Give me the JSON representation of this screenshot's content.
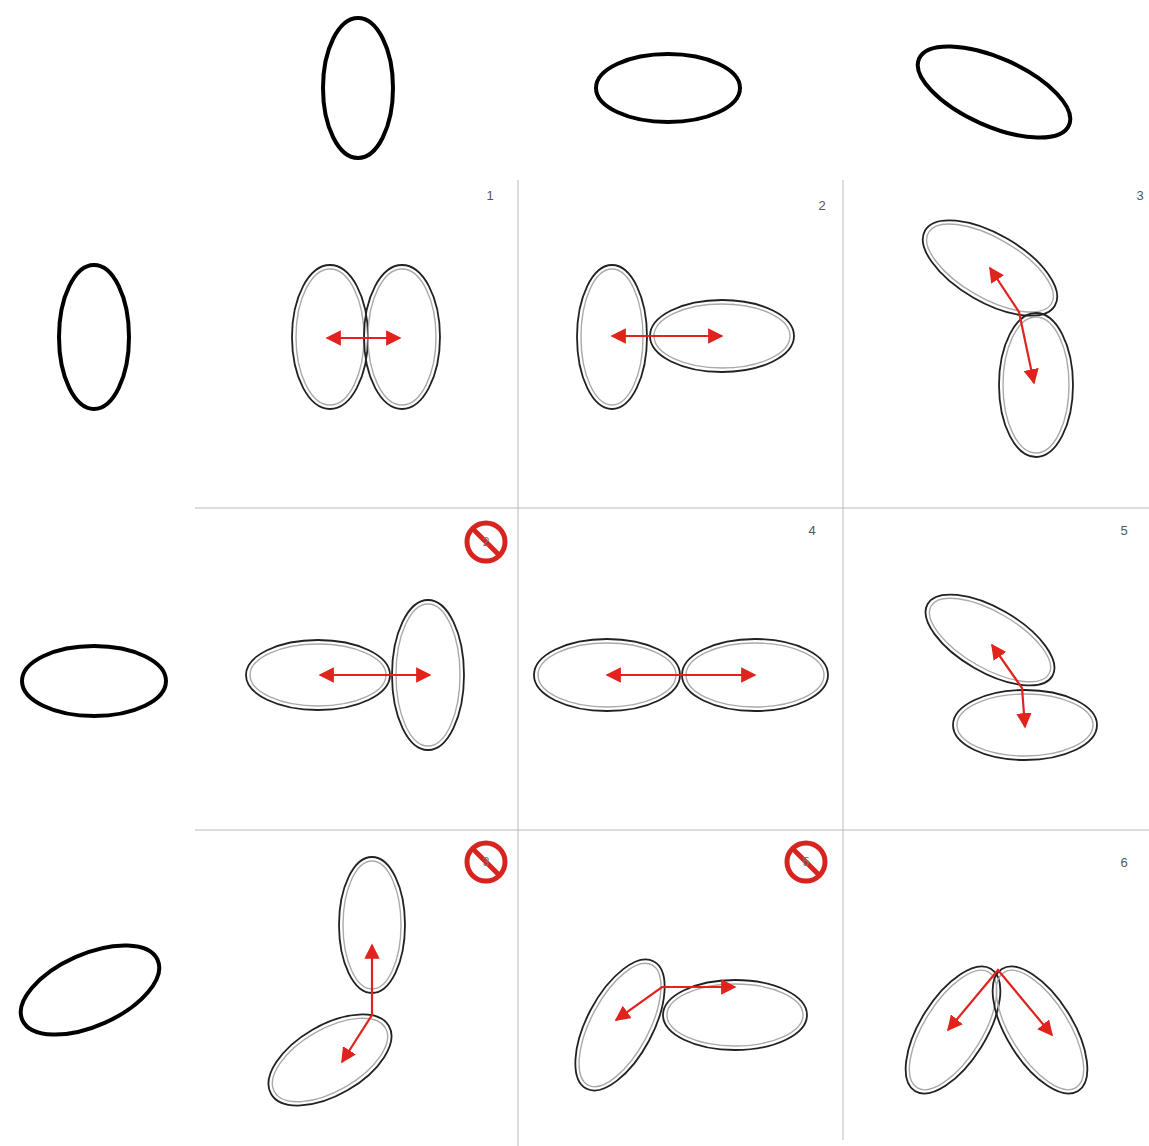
{
  "diagram": {
    "labels": [
      "1",
      "2",
      "3",
      "2",
      "4",
      "5",
      "3",
      "5",
      "6"
    ]
  }
}
